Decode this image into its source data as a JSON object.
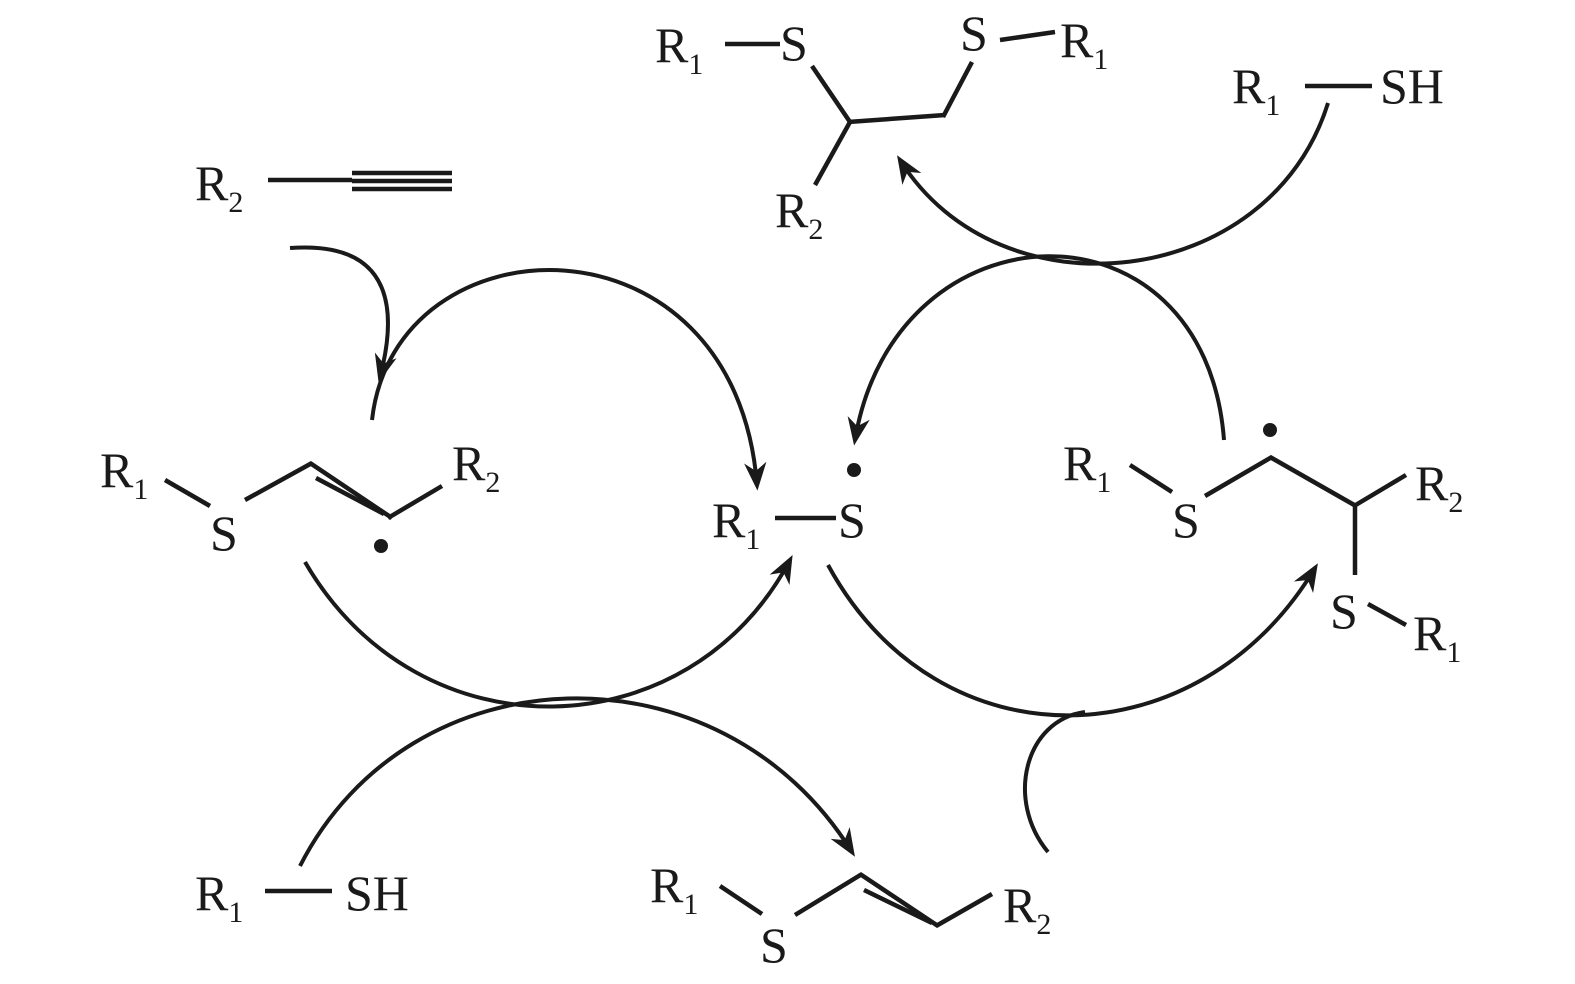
{
  "title": "Thiol-yne radical reaction mechanism",
  "atoms": {
    "R": "R",
    "S": "S",
    "SH": "SH",
    "sub1": "1",
    "sub2": "2"
  },
  "colors": {
    "ink": "#1a1a1a",
    "background": "#ffffff"
  }
}
